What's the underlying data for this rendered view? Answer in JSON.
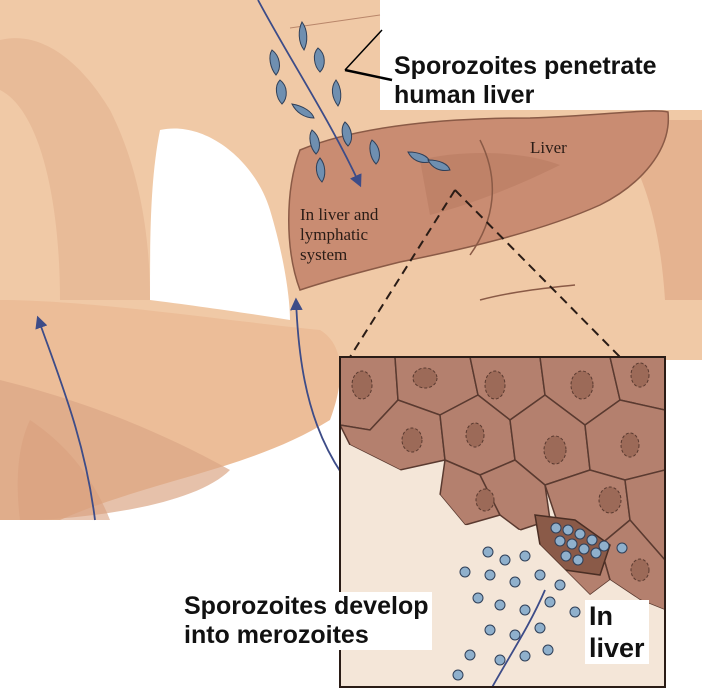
{
  "labels": {
    "penetrate_line1": "Sporozoites penetrate",
    "penetrate_line2": "human liver",
    "liver": "Liver",
    "system_line1": "In liver and",
    "system_line2": "lymphatic",
    "system_line3": "system",
    "develop_line1": "Sporozoites develop",
    "develop_line2": "into merozoites",
    "inset_line1": "In",
    "inset_line2": "liver"
  },
  "colors": {
    "skin": "#f0c9a6",
    "skin_shadow": "#d9a07e",
    "liver": "#c98c72",
    "cell": "#b4806e",
    "nucleus": "#9c6a58",
    "sporozoite": "#6f8fb0",
    "arrow": "#3d4c88"
  }
}
